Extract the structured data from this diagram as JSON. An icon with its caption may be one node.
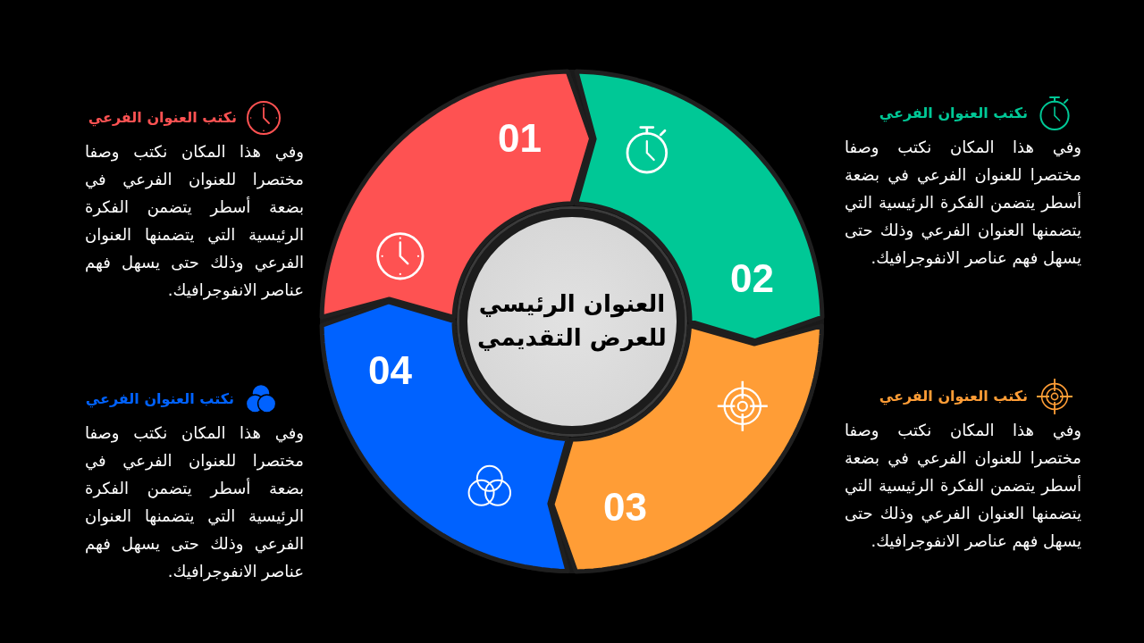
{
  "diagram": {
    "nodes": [
      {
        "text": [
          "العنوان الرئيسي للعرض التقديمي"
        ]
      },
      {
        "text": [
          "01"
        ]
      },
      {
        "text": [
          "02"
        ]
      },
      {
        "text": [
          "03"
        ]
      },
      {
        "text": [
          "04"
        ]
      },
      {
        "text": [
          "نكتب العنوان الفرعي",
          "وفي هذا المكان نكتب وصفا مختصرا للعنوان الفرعي في بضعة أسطر يتضمن الفكرة الرئيسية التي يتضمنها العنوان الفرعي وذلك حتى يسهل فهم عناصر الانفوجرافيك."
        ]
      },
      {
        "text": [
          "نكتب العنوان الفرعي",
          "وفي هذا المكان نكتب وصفا مختصرا للعنوان الفرعي في بضعة أسطر يتضمن الفكرة الرئيسية التي يتضمنها العنوان الفرعي وذلك حتى يسهل فهم عناصر الانفوجرافيك."
        ]
      },
      {
        "text": [
          "نكتب العنوان الفرعي",
          "وفي هذا المكان نكتب وصفا مختصرا للعنوان الفرعي في بضعة أسطر يتضمن الفكرة الرئيسية التي يتضمنها العنوان الفرعي وذلك حتى يسهل فهم عناصر الانفوجرافيك."
        ]
      },
      {
        "text": [
          "نكتب العنوان الفرعي",
          "وفي هذا المكان نكتب وصفا مختصرا للعنوان الفرعي في بضعة أسطر يتضمن الفكرة الرئيسية التي يتضمنها العنوان الفرعي وذلك حتى يسهل فهم عناصر الانفوجرافيك."
        ]
      }
    ]
  }
}
